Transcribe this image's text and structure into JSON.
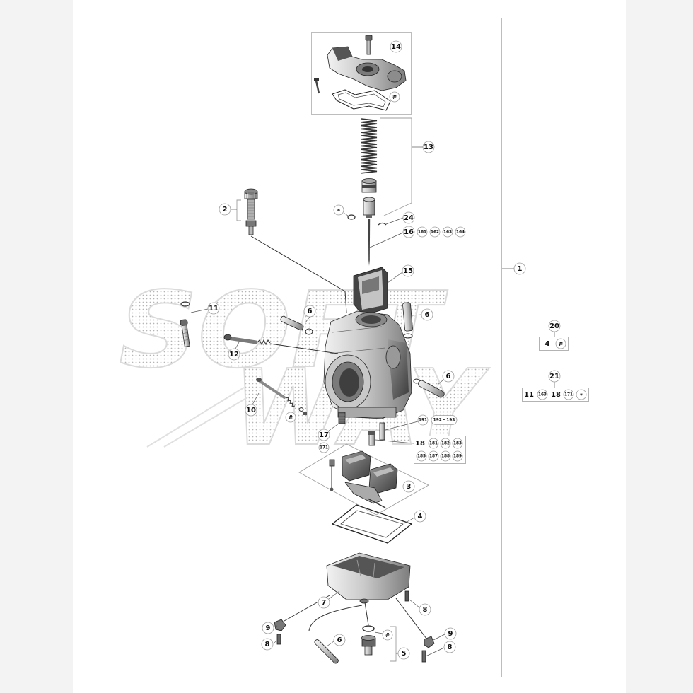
{
  "watermark": {
    "line1": "SOFT",
    "line2": "WAY"
  },
  "parts": {
    "cover": {
      "number": "14",
      "gasket_note": "#"
    },
    "spring": {
      "number": "13"
    },
    "carburetor": {
      "number": "1"
    },
    "cable_adjuster": {
      "number": "2"
    },
    "needle_ring": {
      "note": "*"
    },
    "needle_clip": {
      "number": "24"
    },
    "jet_needle": {
      "number": "16",
      "variants": [
        "161",
        "162",
        "163",
        "164"
      ]
    },
    "throttle_slide": {
      "number": "15"
    },
    "air_screw": {
      "number": "11"
    },
    "plug_left": {
      "number": "6"
    },
    "plug_right_upper": {
      "number": "6"
    },
    "plug_right": {
      "number": "6"
    },
    "idle_screw": {
      "number": "12"
    },
    "adjust_screw": {
      "number": "10",
      "note": "#"
    },
    "pilot_jet": {
      "number": "17",
      "variant": "171"
    },
    "needle_jet": {
      "variants": [
        "191",
        "192 - 193"
      ]
    },
    "main_jet": {
      "number": "18",
      "variants": [
        "181",
        "182",
        "183",
        "185",
        "187",
        "188",
        "189"
      ]
    },
    "float": {
      "number": "3"
    },
    "bowl_gasket": {
      "number": "4"
    },
    "float_bowl": {
      "number": "7"
    },
    "bowl_screw": {
      "number": "8"
    },
    "drain_left": {
      "holder": "9",
      "screw": "8"
    },
    "overflow_hose": {
      "number": "6"
    },
    "drain_plug": {
      "note": "#",
      "number": "5"
    },
    "drain_right": {
      "holder": "9",
      "screw": "8"
    }
  },
  "kits": [
    {
      "number": "20",
      "contents": [
        "4",
        "#"
      ]
    },
    {
      "number": "21",
      "contents": [
        "11",
        "163",
        "18",
        "171",
        "*"
      ]
    }
  ],
  "colors": {
    "page_bg": "#f3f3f3",
    "panel_bg": "#ffffff",
    "frame": "#bdbdbd",
    "line": "#333333",
    "watermark": "#b5b5b5"
  }
}
